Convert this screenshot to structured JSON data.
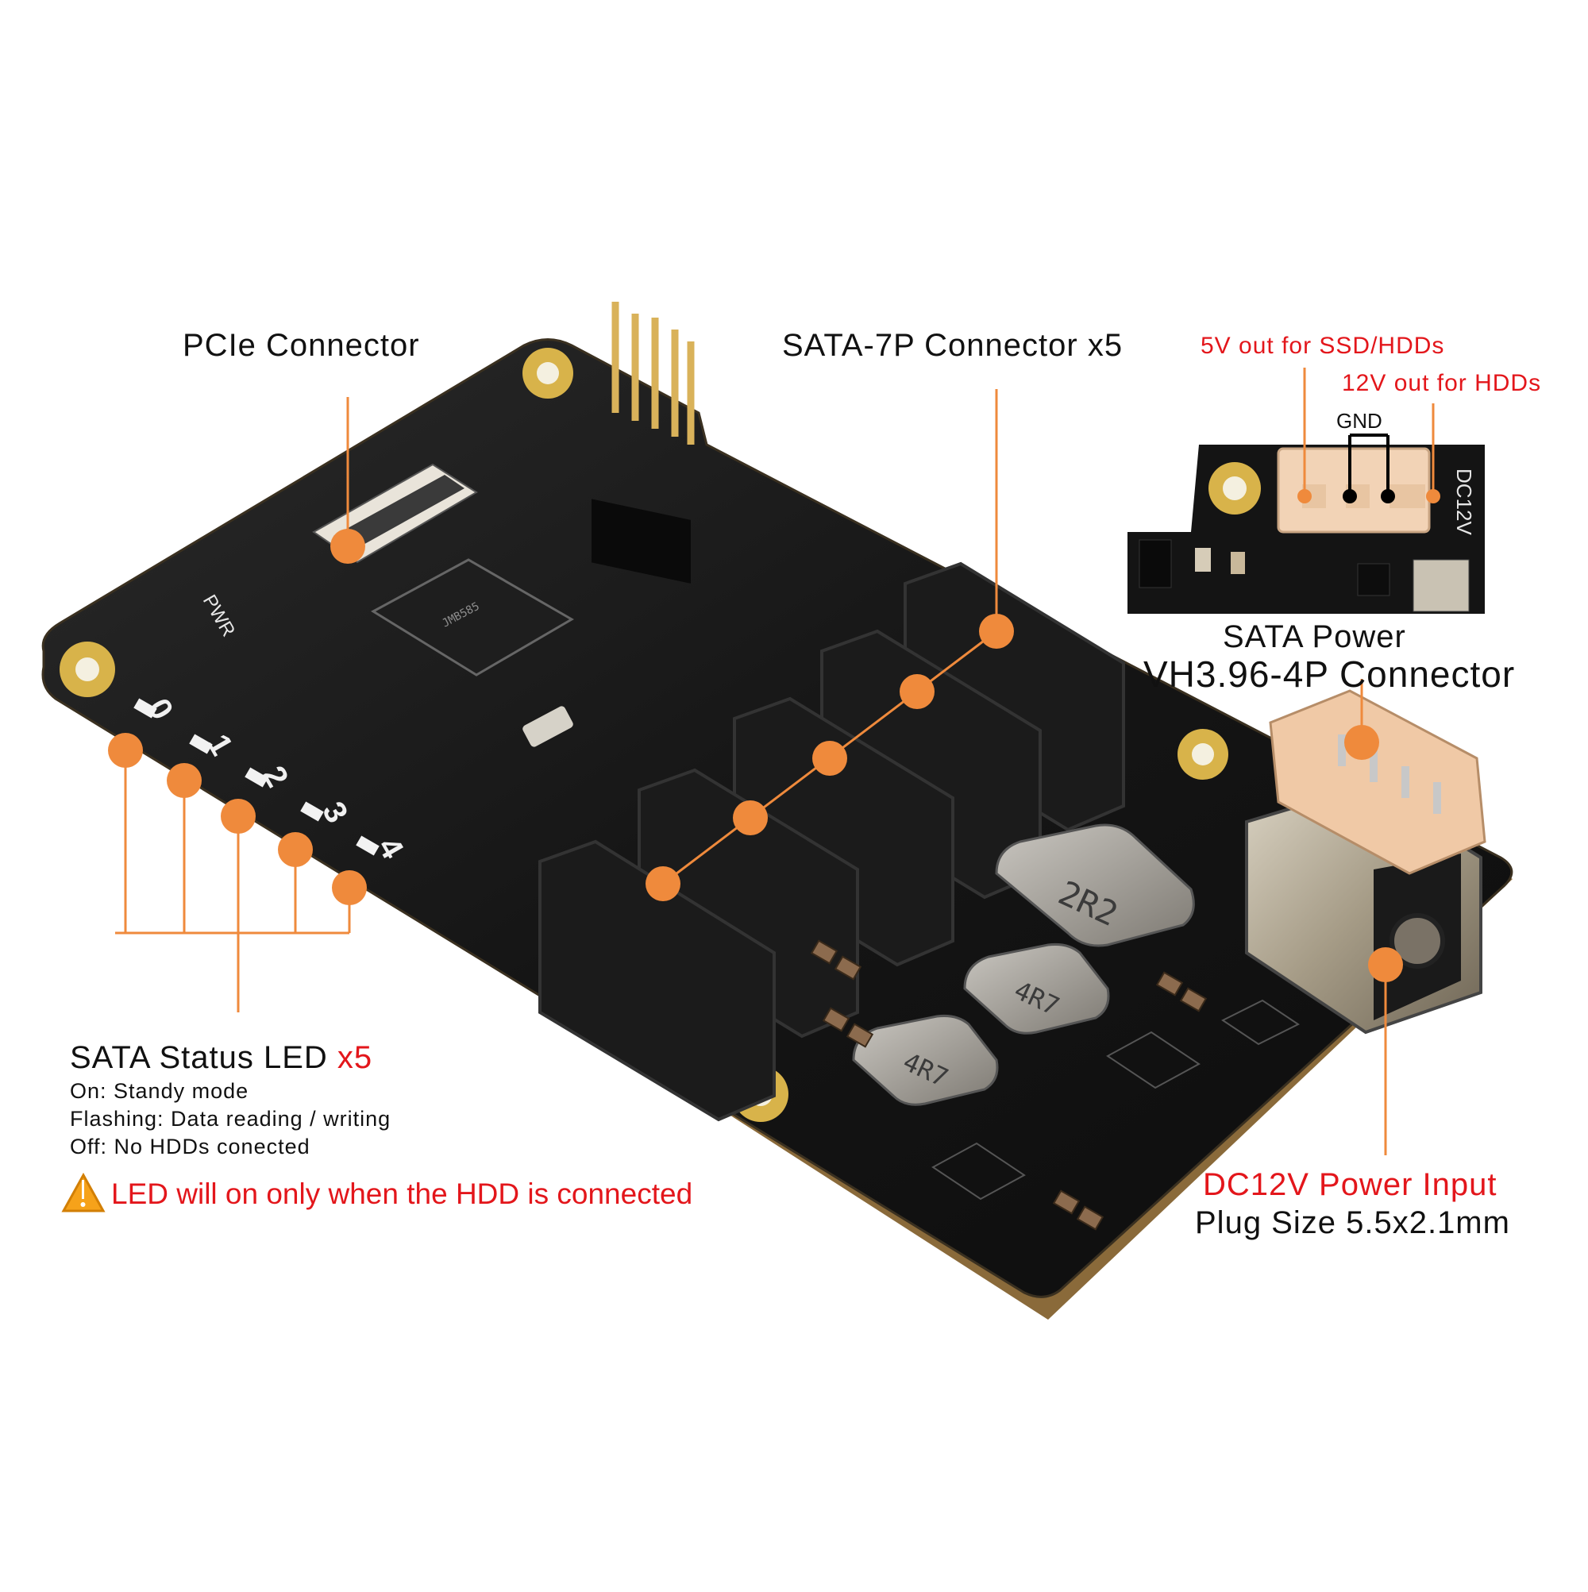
{
  "labels": {
    "pcie_connector": "PCIe Connector",
    "sata_connector": "SATA-7P Connector x5",
    "sata_power_line1": "SATA Power",
    "sata_power_line2": "VH3.96-4P Connector",
    "dc_input_line1": "DC12V Power Input",
    "dc_input_line2": "Plug Size 5.5x2.1mm",
    "led_title": "SATA Status LED",
    "led_count": "x5",
    "led_on": "On: Standy mode",
    "led_flashing": "Flashing: Data reading / writing",
    "led_off": "Off: No HDDs conected",
    "led_warning": "LED will on only when the HDD is connected"
  },
  "pinout_inset": {
    "five_volt": "5V out for SSD/HDDs",
    "twelve_volt": "12V out for HDDs",
    "gnd": "GND",
    "silk_label": "DC12V"
  },
  "board": {
    "pwr_silk": "PWR",
    "led_numbers": [
      "0",
      "1",
      "2",
      "3",
      "4"
    ],
    "inductors": [
      "2R2",
      "4R7",
      "4R7"
    ],
    "chip_marking": "JMB585"
  },
  "colors": {
    "callout_orange": "#ef8a3c",
    "warning_red": "#e3161b",
    "pcb_black": "#141414",
    "pad_gold": "#e0b24a"
  }
}
